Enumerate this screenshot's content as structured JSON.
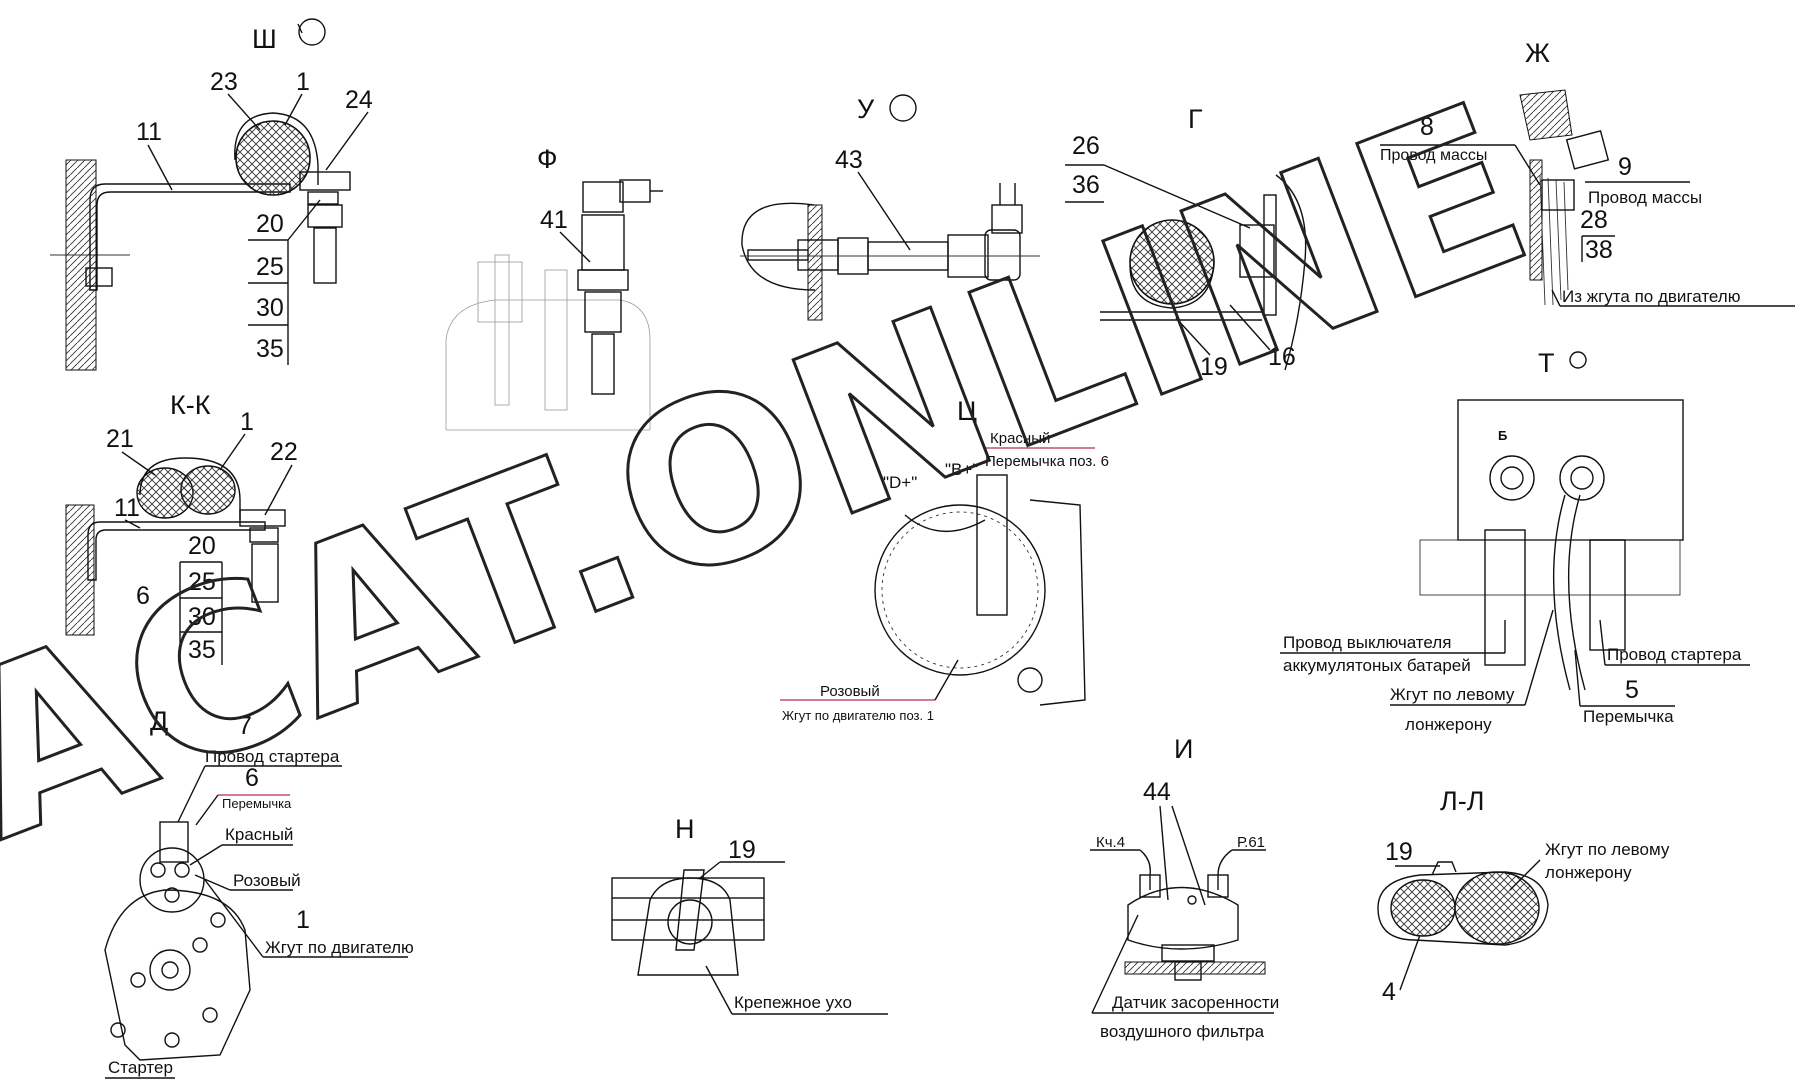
{
  "views": {
    "sh": {
      "title": "Ш",
      "callouts": [
        "23",
        "1",
        "24",
        "11",
        "20",
        "25",
        "30",
        "35"
      ]
    },
    "f": {
      "title": "Ф",
      "callouts": [
        "41"
      ]
    },
    "u": {
      "title": "У",
      "callouts": [
        "43"
      ]
    },
    "g": {
      "title": "Г",
      "callouts": [
        "26",
        "36",
        "19",
        "16"
      ]
    },
    "zh": {
      "title": "Ж",
      "callouts": [
        "8",
        "9",
        "28",
        "38"
      ],
      "labels": [
        "Провод массы",
        "Провод массы",
        "Из жгута по двигателю"
      ]
    },
    "kk": {
      "title": "К-К",
      "callouts": [
        "21",
        "1",
        "22",
        "11",
        "20",
        "6",
        "25",
        "30",
        "35"
      ]
    },
    "ts": {
      "title": "Ц",
      "terminals": [
        "\"D+\"",
        "\"B+\""
      ],
      "labels": [
        "Красный",
        "Перемычка поз. 6",
        "Розовый",
        "Жгут по двигателю поз. 1"
      ]
    },
    "t": {
      "title": "Т",
      "terminal": "Б",
      "callouts": [
        "5"
      ],
      "labels": [
        "Провод выключателя",
        "аккумулятоных батарей",
        "Жгут по левому",
        "лонжерону",
        "Провод стартера",
        "Перемычка"
      ]
    },
    "d": {
      "title": "Д",
      "callouts": [
        "7",
        "6",
        "1"
      ],
      "labels": [
        "Провод стартера",
        "Перемычка",
        "Красный",
        "Розовый",
        "Жгут по двигателю",
        "Стартер"
      ]
    },
    "n": {
      "title": "Н",
      "callouts": [
        "19"
      ],
      "labels": [
        "Крепежное ухо"
      ]
    },
    "i": {
      "title": "И",
      "callouts": [
        "44"
      ],
      "labels": [
        "Кч.4",
        "Р.61",
        "Датчик засоренности",
        "воздушного фильтра"
      ]
    },
    "ll": {
      "title": "Л-Л",
      "callouts": [
        "19",
        "4"
      ],
      "labels": [
        "Жгут по левому",
        "лонжерону"
      ]
    }
  },
  "watermark": "ACAT.ONLINE"
}
